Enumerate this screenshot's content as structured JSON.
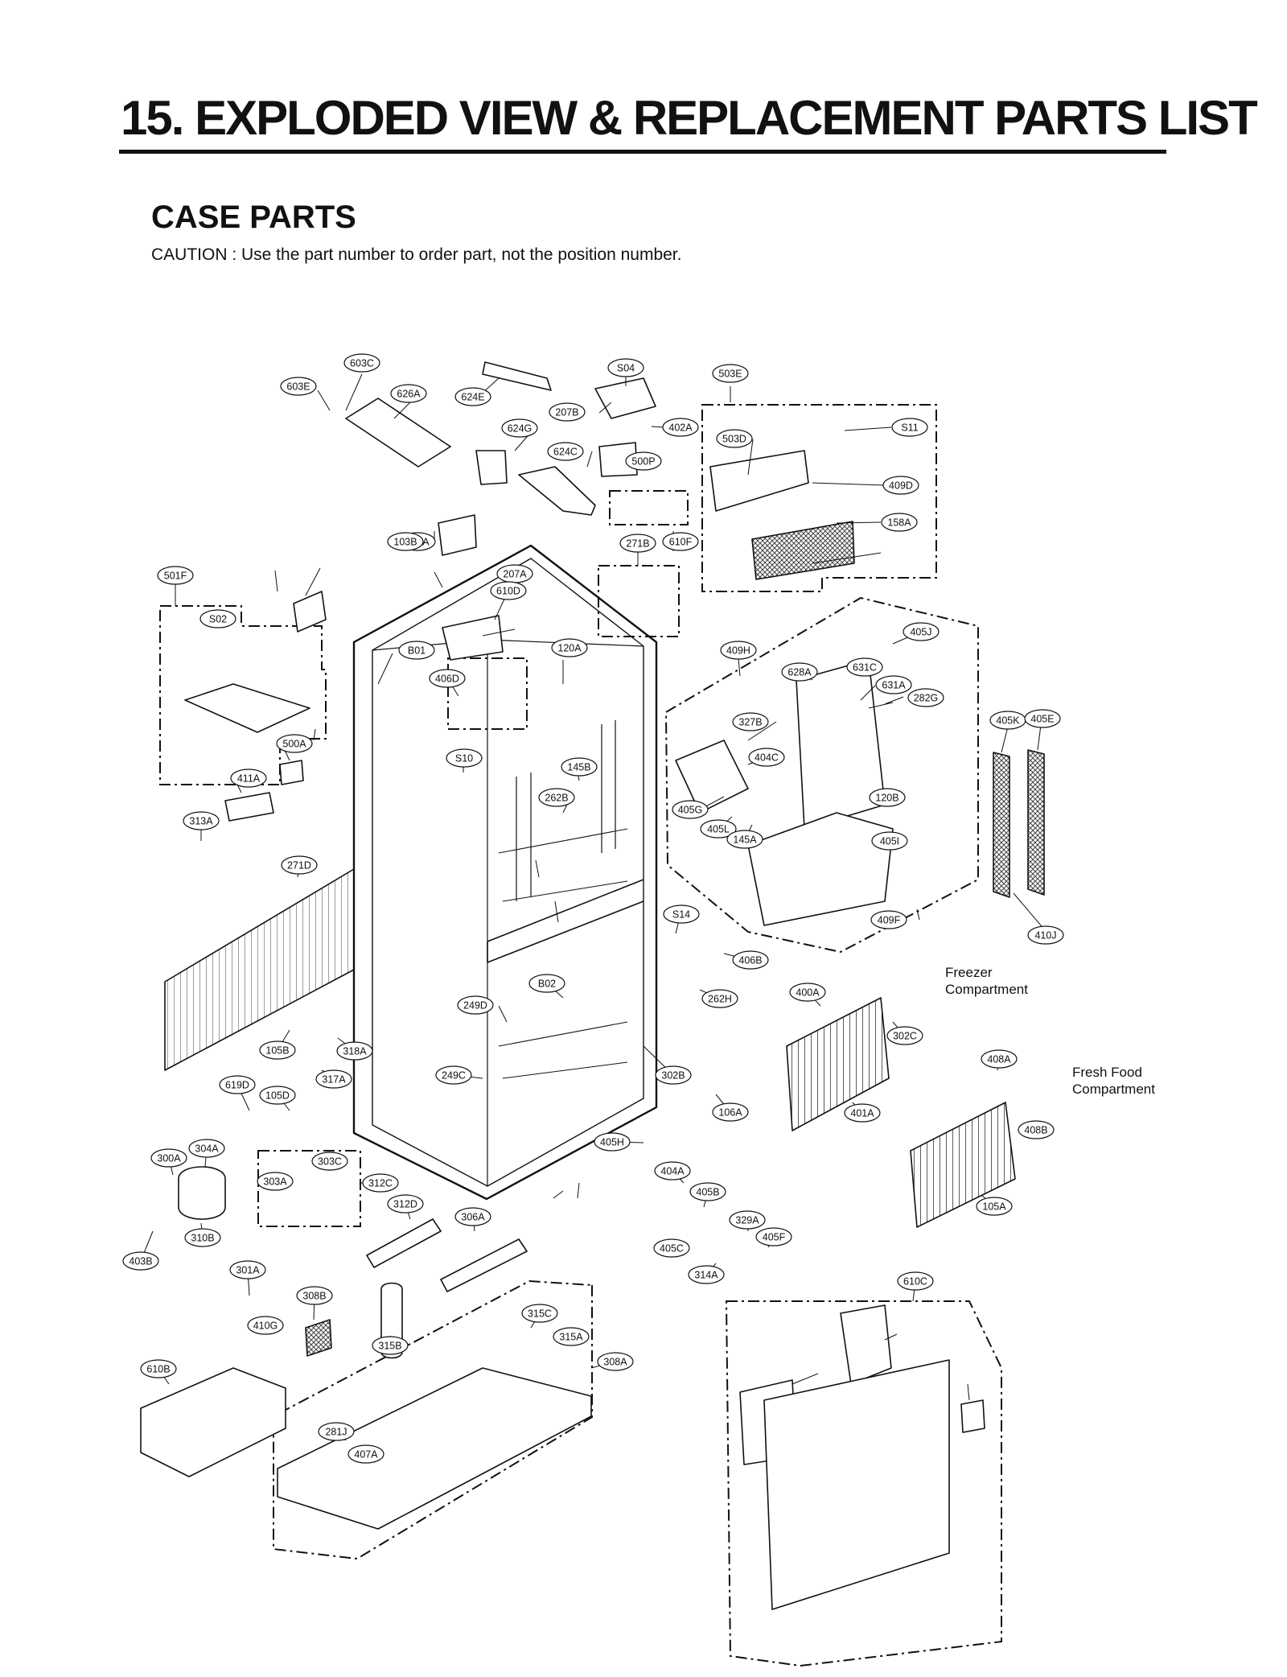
{
  "page": {
    "title": "15. EXPLODED VIEW & REPLACEMENT PARTS LIST",
    "section": "CASE PARTS",
    "caution": "CAUTION : Use the part number to order part, not the position number."
  },
  "compartments": {
    "freezer_line1": "Freezer",
    "freezer_line2": "Compartment",
    "fresh_line1": "Fresh Food",
    "fresh_line2": "Compartment"
  },
  "callouts": [
    "603C",
    "603E",
    "626A",
    "624E",
    "S04",
    "207B",
    "402A",
    "624G",
    "624C",
    "500P",
    "503E",
    "503D",
    "S11",
    "409D",
    "158A",
    "610F",
    "271B",
    "501F",
    "S02",
    "103A",
    "103B",
    "207A",
    "610D",
    "B01",
    "406D",
    "120A",
    "409H",
    "628A",
    "631C",
    "631A",
    "282G",
    "405J",
    "405K",
    "405E",
    "327B",
    "404C",
    "405G",
    "405L",
    "145A",
    "120B",
    "405I",
    "409F",
    "410J",
    "500A",
    "411A",
    "313A",
    "271D",
    "S10",
    "145B",
    "262B",
    "S14",
    "406B",
    "B02",
    "262H",
    "249D",
    "249C",
    "302B",
    "400A",
    "302C",
    "408A",
    "401A",
    "408B",
    "105A",
    "105B",
    "318A",
    "317A",
    "619D",
    "105D",
    "106A",
    "405H",
    "404A",
    "405B",
    "329A",
    "405F",
    "405C",
    "314A",
    "300A",
    "304A",
    "303C",
    "303A",
    "312C",
    "312D",
    "306A",
    "310B",
    "403B",
    "301A",
    "308B",
    "410G",
    "315B",
    "315C",
    "315A",
    "308A",
    "610B",
    "281J",
    "407A",
    "610C"
  ]
}
